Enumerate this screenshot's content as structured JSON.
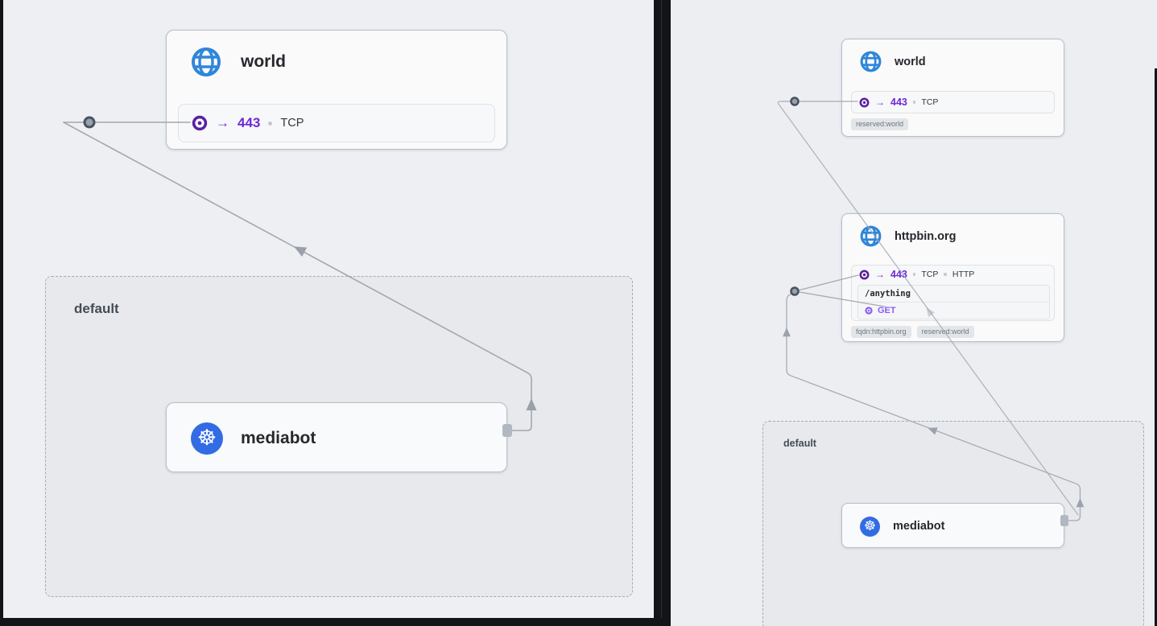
{
  "left_panel": {
    "world_card": {
      "title": "world",
      "port": "443",
      "protocol": "TCP"
    },
    "namespace_label": "default",
    "mediabot_card": {
      "title": "mediabot"
    }
  },
  "right_panel": {
    "world_card": {
      "title": "world",
      "port": "443",
      "protocol": "TCP",
      "tag": "reserved:world"
    },
    "httpbin_card": {
      "title": "httpbin.org",
      "port": "443",
      "protocol_1": "TCP",
      "protocol_2": "HTTP",
      "http_path": "/anything",
      "http_method": "GET",
      "tag_1": "fqdn:httpbin.org",
      "tag_2": "reserved:world"
    },
    "namespace_label": "default",
    "mediabot_card": {
      "title": "mediabot"
    }
  },
  "icons": {
    "arrow_right": "→",
    "kubernetes_wheel": "☸"
  },
  "colors": {
    "port_purple": "#6d28d9",
    "method_purple": "#8b5cf6",
    "globe_blue": "#2e86d9",
    "kubernetes_blue": "#326ce5",
    "line_gray": "#a2a8b0"
  }
}
